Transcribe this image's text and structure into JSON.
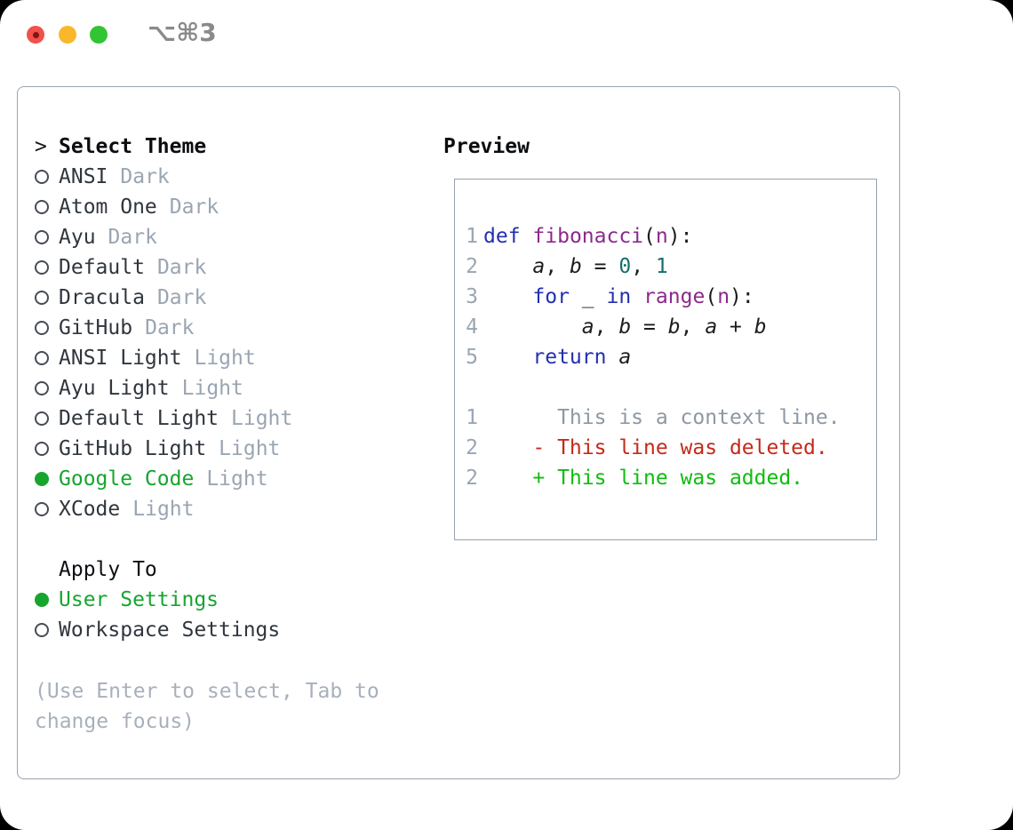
{
  "window": {
    "hotkey_label": "⌥⌘3",
    "traffic_lights": [
      "close",
      "minimize",
      "zoom"
    ]
  },
  "theme_list": {
    "title_prefix": ">",
    "title": "Select Theme",
    "items": [
      {
        "name": "ANSI",
        "tag": "Dark",
        "selected": false
      },
      {
        "name": "Atom One",
        "tag": "Dark",
        "selected": false
      },
      {
        "name": "Ayu",
        "tag": "Dark",
        "selected": false
      },
      {
        "name": "Default",
        "tag": "Dark",
        "selected": false
      },
      {
        "name": "Dracula",
        "tag": "Dark",
        "selected": false
      },
      {
        "name": "GitHub",
        "tag": "Dark",
        "selected": false
      },
      {
        "name": "ANSI Light",
        "tag": "Light",
        "selected": false
      },
      {
        "name": "Ayu Light",
        "tag": "Light",
        "selected": false
      },
      {
        "name": "Default Light",
        "tag": "Light",
        "selected": false
      },
      {
        "name": "GitHub Light",
        "tag": "Light",
        "selected": false
      },
      {
        "name": "Google Code",
        "tag": "Light",
        "selected": true
      },
      {
        "name": "XCode",
        "tag": "Light",
        "selected": false
      }
    ]
  },
  "apply_to": {
    "title": "Apply To",
    "options": [
      {
        "name": "User Settings",
        "selected": true
      },
      {
        "name": "Workspace Settings",
        "selected": false
      }
    ]
  },
  "hint": "(Use Enter to select, Tab to\nchange focus)",
  "preview": {
    "title": "Preview",
    "code_lines": [
      {
        "num": "1",
        "tokens": [
          {
            "t": "def",
            "c": "kwd"
          },
          {
            "t": " ",
            "c": "pln"
          },
          {
            "t": "fibonacci",
            "c": "typ"
          },
          {
            "t": "(",
            "c": "pln"
          },
          {
            "t": "n",
            "c": "typ"
          },
          {
            "t": "):",
            "c": "pln"
          }
        ]
      },
      {
        "num": "2",
        "tokens": [
          {
            "t": "    ",
            "c": "pln"
          },
          {
            "t": "a",
            "c": "var"
          },
          {
            "t": ", ",
            "c": "pln"
          },
          {
            "t": "b",
            "c": "var"
          },
          {
            "t": " = ",
            "c": "pln"
          },
          {
            "t": "0",
            "c": "lit"
          },
          {
            "t": ", ",
            "c": "pln"
          },
          {
            "t": "1",
            "c": "lit"
          }
        ]
      },
      {
        "num": "3",
        "tokens": [
          {
            "t": "    ",
            "c": "pln"
          },
          {
            "t": "for",
            "c": "kwd"
          },
          {
            "t": " ",
            "c": "pln"
          },
          {
            "t": "_",
            "c": "pln"
          },
          {
            "t": " ",
            "c": "pln"
          },
          {
            "t": "in",
            "c": "kwd"
          },
          {
            "t": " ",
            "c": "pln"
          },
          {
            "t": "range",
            "c": "typ"
          },
          {
            "t": "(",
            "c": "pln"
          },
          {
            "t": "n",
            "c": "typ"
          },
          {
            "t": "):",
            "c": "pln"
          }
        ]
      },
      {
        "num": "4",
        "tokens": [
          {
            "t": "        ",
            "c": "pln"
          },
          {
            "t": "a",
            "c": "var"
          },
          {
            "t": ", ",
            "c": "pln"
          },
          {
            "t": "b",
            "c": "var"
          },
          {
            "t": " = ",
            "c": "pln"
          },
          {
            "t": "b",
            "c": "var"
          },
          {
            "t": ", ",
            "c": "pln"
          },
          {
            "t": "a",
            "c": "var"
          },
          {
            "t": " + ",
            "c": "pln"
          },
          {
            "t": "b",
            "c": "var"
          }
        ]
      },
      {
        "num": "5",
        "tokens": [
          {
            "t": "    ",
            "c": "pln"
          },
          {
            "t": "return",
            "c": "kwd"
          },
          {
            "t": " ",
            "c": "pln"
          },
          {
            "t": "a",
            "c": "var"
          }
        ]
      }
    ],
    "diff_lines": [
      {
        "num": "1",
        "text": "      This is a context line.",
        "kind": "context"
      },
      {
        "num": "2",
        "text": "    - This line was deleted.",
        "kind": "deleted"
      },
      {
        "num": "2",
        "text": "    + This line was added.",
        "kind": "added"
      }
    ]
  },
  "colors": {
    "selection_green": "#17a52f",
    "diff_added_green": "#0fbc0f",
    "diff_deleted_red": "#c5291a",
    "muted_gray": "#9aa5b2",
    "keyword_blue": "#222fb0",
    "type_purple": "#8b2a8b",
    "literal_teal": "#166e6e",
    "traffic_red": "#f1514b",
    "traffic_yellow": "#f9b82b",
    "traffic_green": "#33c434"
  }
}
